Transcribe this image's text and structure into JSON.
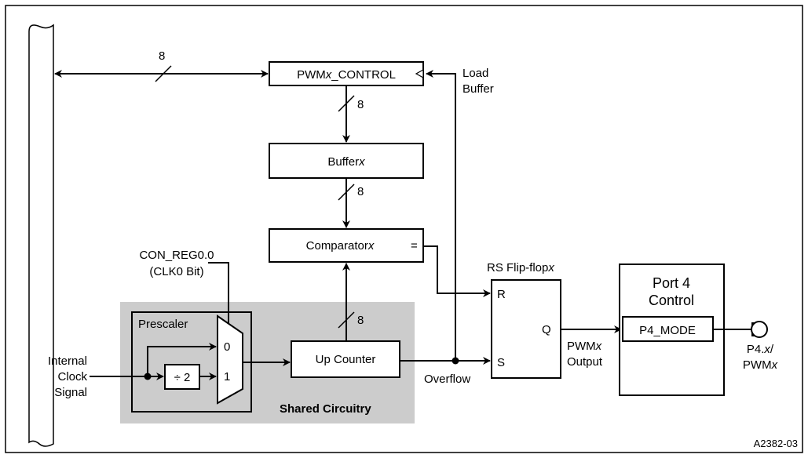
{
  "blocks": {
    "pwm_control": {
      "prefix": "PWM",
      "italic": "x",
      "suffix": "_CONTROL"
    },
    "buffer": {
      "prefix": "Buffer",
      "italic": "x"
    },
    "comparator": {
      "prefix": "Comparator",
      "italic": "x",
      "equals": "="
    },
    "up_counter": "Up Counter",
    "prescaler": "Prescaler",
    "divider": "÷ 2",
    "mux_in0": "0",
    "mux_in1": "1",
    "rs_flipflop": {
      "prefix": "RS Flip-flop",
      "italic": "x",
      "r": "R",
      "s": "S",
      "q": "Q"
    },
    "port4": {
      "line1": "Port 4",
      "line2": "Control",
      "mode": "P4_MODE"
    }
  },
  "labels": {
    "bus_width": "8",
    "load_buffer": [
      "Load",
      "Buffer"
    ],
    "con_reg": [
      "CON_REG0.0",
      "(CLK0 Bit)"
    ],
    "internal_clock": [
      "Internal",
      "Clock",
      "Signal"
    ],
    "overflow": "Overflow",
    "pwm_output": {
      "prefix": "PWM",
      "italic": "x",
      "line2": "Output"
    },
    "pin": {
      "line1_prefix": "P4.",
      "line1_italic": "x",
      "line1_suffix": "/",
      "line2_prefix": "PWM",
      "line2_italic": "x"
    },
    "shared_circuitry": "Shared Circuitry",
    "figure_id": "A2382-03"
  },
  "colors": {
    "shared_region": "#cccccc",
    "line": "#000000",
    "background": "#ffffff"
  }
}
